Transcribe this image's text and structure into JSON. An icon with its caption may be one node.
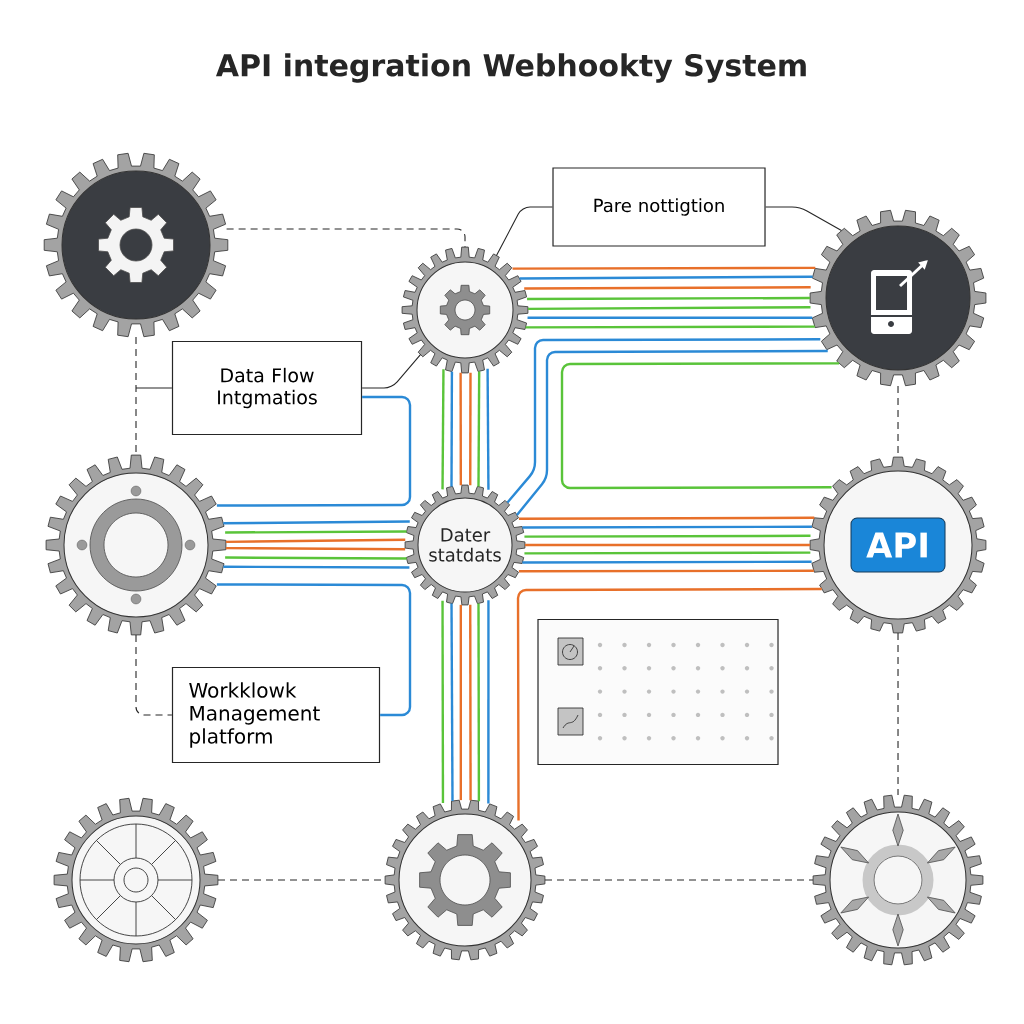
{
  "diagram": {
    "title": "API integration Webhookty System",
    "nodes": [
      {
        "text": [],
        "shape": "picture"
      },
      {
        "text": [],
        "shape": "picture"
      },
      {
        "text": [
          "Pare nottigtion"
        ]
      },
      {
        "text": [],
        "shape": "picture"
      },
      {
        "text": [
          "Data Flow Intgmatios"
        ]
      },
      {
        "text": [],
        "shape": "picture"
      },
      {
        "text": [
          "Dater statdats"
        ]
      },
      {
        "text": [
          "API"
        ]
      },
      {
        "text": [
          "Workklowk Management platform"
        ]
      },
      {
        "text": [],
        "shape": "box"
      },
      {
        "text": [],
        "shape": "picture"
      },
      {
        "text": [],
        "shape": "picture"
      },
      {
        "text": [],
        "shape": "picture"
      }
    ],
    "edges": [
      {
        "from": 0,
        "to": 1,
        "arrow": "none",
        "style": "dashed",
        "color": "#262626"
      },
      {
        "from": 0,
        "to": 5,
        "arrow": "none",
        "style": "dashed",
        "color": "#262626"
      },
      {
        "from": 2,
        "to": 1,
        "arrow": "none",
        "color": "#262626"
      },
      {
        "from": 2,
        "to": 3,
        "arrow": "none",
        "color": "#262626"
      },
      {
        "from": 4,
        "to": 1,
        "arrow": "none",
        "color": "#262626"
      },
      {
        "from": 4,
        "to": null,
        "arrow": "none",
        "color": "#262626"
      },
      {
        "from": 1,
        "to": 3,
        "arrow": "none",
        "color": "#e8702a"
      },
      {
        "from": 1,
        "to": 3,
        "arrow": "none",
        "color": "#2b8ad6"
      },
      {
        "from": 1,
        "to": 3,
        "arrow": "none",
        "color": "#e8702a"
      },
      {
        "from": 1,
        "to": 3,
        "arrow": "none",
        "color": "#5ac43a"
      },
      {
        "from": 1,
        "to": 3,
        "arrow": "none",
        "color": "#5ac43a"
      },
      {
        "from": 1,
        "to": 3,
        "arrow": "none",
        "color": "#2b8ad6"
      },
      {
        "from": 1,
        "to": 3,
        "arrow": "none",
        "color": "#5ac43a"
      },
      {
        "from": 3,
        "to": 6,
        "arrow": "none",
        "color": "#2b8ad6"
      },
      {
        "from": 3,
        "to": 6,
        "arrow": "none",
        "color": "#2b8ad6"
      },
      {
        "from": 3,
        "to": 7,
        "arrow": "none",
        "color": "#5ac43a"
      },
      {
        "from": 3,
        "to": 7,
        "arrow": "none",
        "style": "dashed",
        "color": "#262626"
      },
      {
        "from": 1,
        "to": 6,
        "arrow": "none",
        "color": "#5ac43a"
      },
      {
        "from": 1,
        "to": 6,
        "arrow": "none",
        "color": "#2b8ad6"
      },
      {
        "from": 1,
        "to": 6,
        "arrow": "none",
        "color": "#e8702a"
      },
      {
        "from": 1,
        "to": 6,
        "arrow": "none",
        "color": "#e8702a"
      },
      {
        "from": 1,
        "to": 6,
        "arrow": "none",
        "color": "#5ac43a"
      },
      {
        "from": 1,
        "to": 6,
        "arrow": "none",
        "color": "#2b8ad6"
      },
      {
        "from": 4,
        "to": 5,
        "arrow": "none",
        "color": "#2b8ad6"
      },
      {
        "from": 5,
        "to": 6,
        "arrow": "none",
        "color": "#2b8ad6"
      },
      {
        "from": 5,
        "to": 6,
        "arrow": "none",
        "color": "#5ac43a"
      },
      {
        "from": 5,
        "to": 6,
        "arrow": "none",
        "color": "#e8702a"
      },
      {
        "from": 5,
        "to": 6,
        "arrow": "none",
        "color": "#e8702a"
      },
      {
        "from": 5,
        "to": 6,
        "arrow": "none",
        "color": "#5ac43a"
      },
      {
        "from": 5,
        "to": 6,
        "arrow": "none",
        "color": "#2b8ad6"
      },
      {
        "from": 8,
        "to": 5,
        "arrow": "none",
        "color": "#2b8ad6"
      },
      {
        "from": 6,
        "to": 7,
        "arrow": "none",
        "color": "#e8702a"
      },
      {
        "from": 6,
        "to": 7,
        "arrow": "none",
        "color": "#2b8ad6"
      },
      {
        "from": 6,
        "to": 7,
        "arrow": "none",
        "color": "#5ac43a"
      },
      {
        "from": 6,
        "to": 7,
        "arrow": "none",
        "color": "#e8702a"
      },
      {
        "from": 6,
        "to": 7,
        "arrow": "none",
        "color": "#5ac43a"
      },
      {
        "from": 6,
        "to": 7,
        "arrow": "none",
        "color": "#2b8ad6"
      },
      {
        "from": 6,
        "to": 7,
        "arrow": "none",
        "color": "#e8702a"
      },
      {
        "from": 7,
        "to": 11,
        "arrow": "none",
        "color": "#e8702a"
      },
      {
        "from": 6,
        "to": 11,
        "arrow": "none",
        "color": "#5ac43a"
      },
      {
        "from": 6,
        "to": 11,
        "arrow": "none",
        "color": "#2b8ad6"
      },
      {
        "from": 6,
        "to": 11,
        "arrow": "none",
        "color": "#e8702a"
      },
      {
        "from": 6,
        "to": 11,
        "arrow": "none",
        "color": "#e8702a"
      },
      {
        "from": 6,
        "to": 11,
        "arrow": "none",
        "color": "#5ac43a"
      },
      {
        "from": 6,
        "to": 11,
        "arrow": "none",
        "color": "#2b8ad6"
      },
      {
        "from": 5,
        "to": 8,
        "arrow": "none",
        "style": "dashed",
        "color": "#262626"
      },
      {
        "from": 7,
        "to": 12,
        "arrow": "none",
        "style": "dashed",
        "color": "#262626"
      },
      {
        "from": 10,
        "to": 11,
        "arrow": "none",
        "style": "dashed",
        "color": "#262626"
      },
      {
        "from": 11,
        "to": 12,
        "arrow": "none",
        "style": "dashed",
        "color": "#262626"
      }
    ]
  }
}
